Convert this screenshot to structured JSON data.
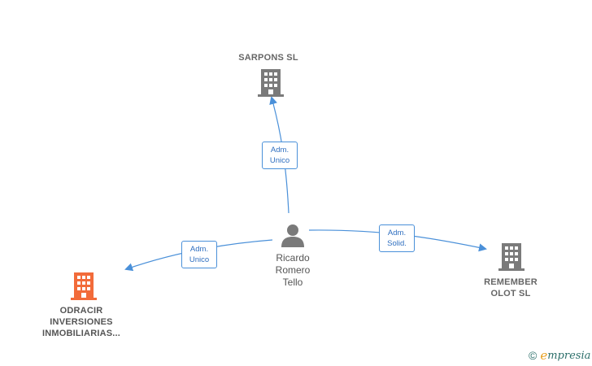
{
  "nodes": {
    "center": {
      "name_lines": [
        "Ricardo",
        "Romero",
        "Tello"
      ]
    },
    "sarpons": {
      "name": "SARPONS  SL"
    },
    "remember": {
      "name_lines": [
        "REMEMBER",
        "OLOT  SL"
      ]
    },
    "odracir": {
      "name_lines": [
        "ODRACIR",
        "INVERSIONES",
        "INMOBILIARIAS..."
      ]
    }
  },
  "edges": {
    "to_sarpons": {
      "lines": [
        "Adm.",
        "Unico"
      ]
    },
    "to_remember": {
      "lines": [
        "Adm.",
        "Solid."
      ]
    },
    "to_odracir": {
      "lines": [
        "Adm.",
        "Unico"
      ]
    }
  },
  "colors": {
    "edge": "#4a90d9",
    "company_gray": "#7a7a7a",
    "company_highlight": "#f26b3a",
    "person": "#7a7a7a"
  },
  "watermark": {
    "symbol": "©",
    "brand_initial": "e",
    "brand_rest": "mpresia"
  }
}
